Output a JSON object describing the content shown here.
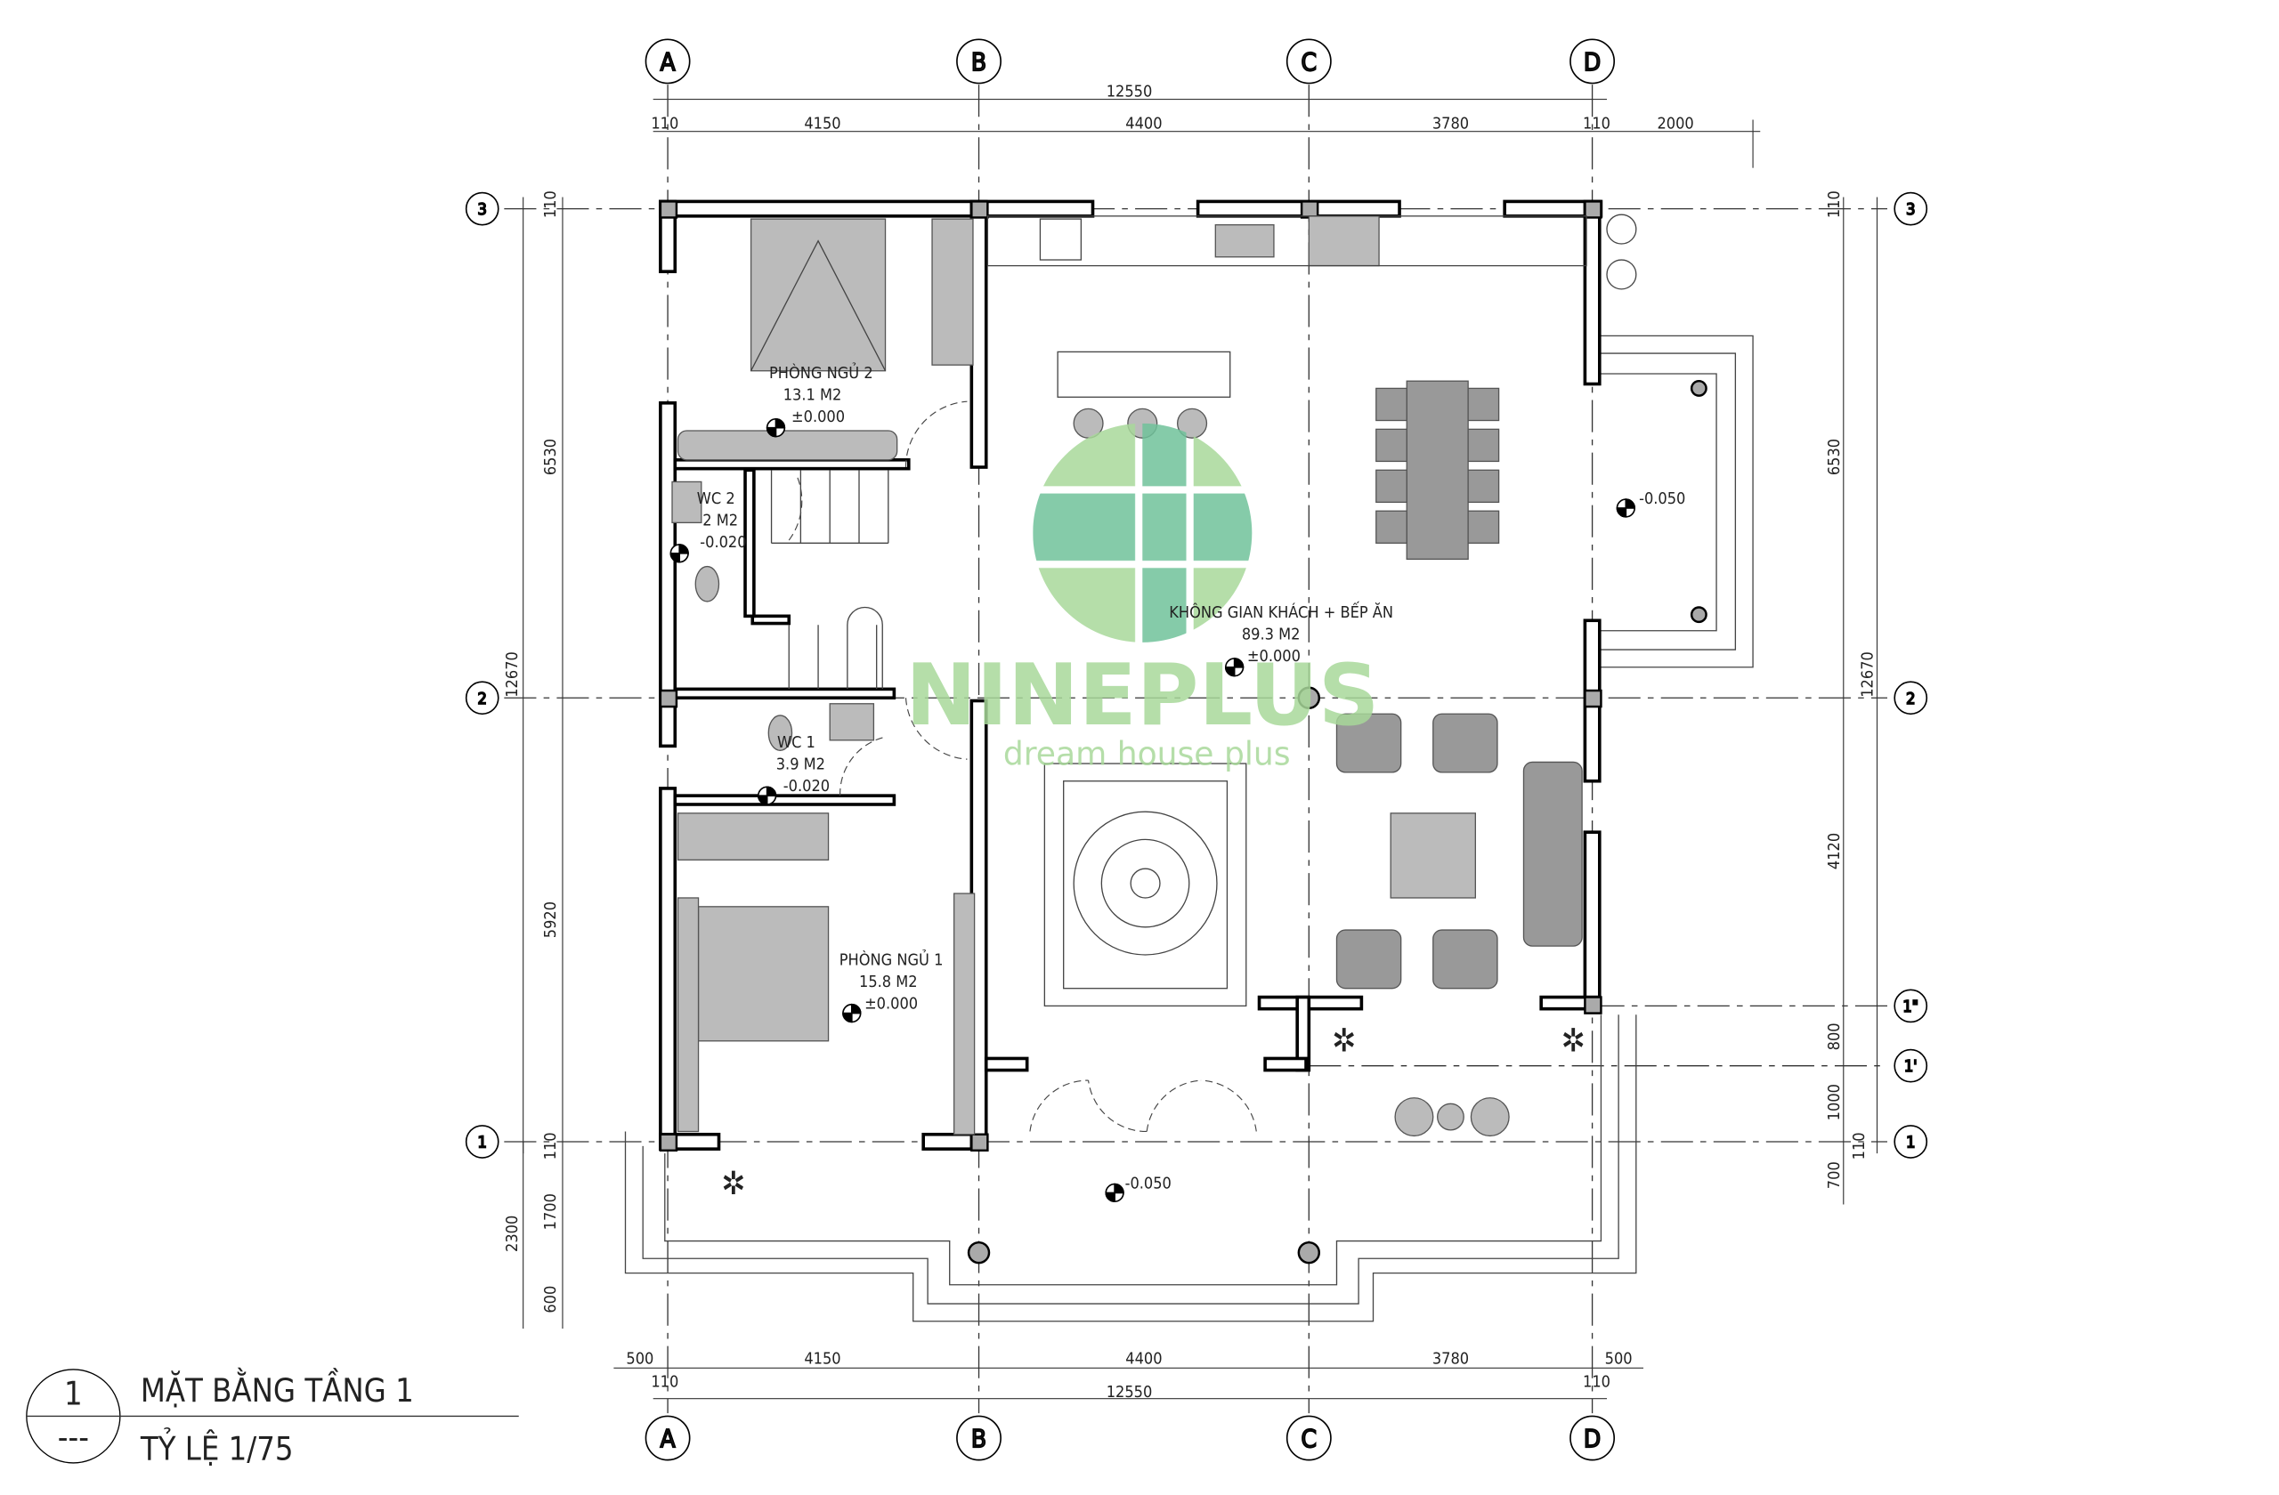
{
  "drawing": {
    "title": "MẶT BẰNG TẦNG 1",
    "scale": "TỶ LỆ 1/75",
    "sheet_number": "1",
    "sheet_ref": "---"
  },
  "grid_axes": {
    "columns": [
      "A",
      "B",
      "C",
      "D"
    ],
    "rows": [
      "3",
      "2",
      "1\"",
      "1'",
      "1"
    ]
  },
  "dimensions": {
    "top_total": "12550",
    "top_segments": [
      "110",
      "4150",
      "4400",
      "3780",
      "110",
      "2000"
    ],
    "bottom_segments": [
      "500",
      "4150",
      "4400",
      "3780",
      "500"
    ],
    "bottom_edge": [
      "110",
      "110"
    ],
    "bottom_total": "12550",
    "left_total": "12670",
    "left_segments": [
      "110",
      "6530",
      "5920",
      "110"
    ],
    "left_porch_total": "2300",
    "left_porch_segments": [
      "1700",
      "600"
    ],
    "right_total": "12670",
    "right_segments": [
      "110",
      "6530",
      "4120",
      "800",
      "1000",
      "110",
      "700"
    ]
  },
  "rooms": [
    {
      "name": "PHÒNG NGỦ 2",
      "area": "13.1 M2",
      "level": "±0.000"
    },
    {
      "name": "WC 2",
      "area": "2 M2",
      "level": "-0.020"
    },
    {
      "name": "WC 1",
      "area": "3.9 M2",
      "level": "-0.020"
    },
    {
      "name": "PHÒNG NGỦ 1",
      "area": "15.8 M2",
      "level": "±0.000"
    },
    {
      "name": "KHÔNG GIAN KHÁCH + BẾP ĂN",
      "area": "89.3 M2",
      "level": "±0.000"
    }
  ],
  "levels": {
    "terrace_right": "-0.050",
    "porch": "-0.050"
  },
  "watermark": {
    "brand": "NINEPLUS",
    "tagline": "dream house plus",
    "color_light": "#a8d99a",
    "color_dark": "#6fc29a"
  }
}
